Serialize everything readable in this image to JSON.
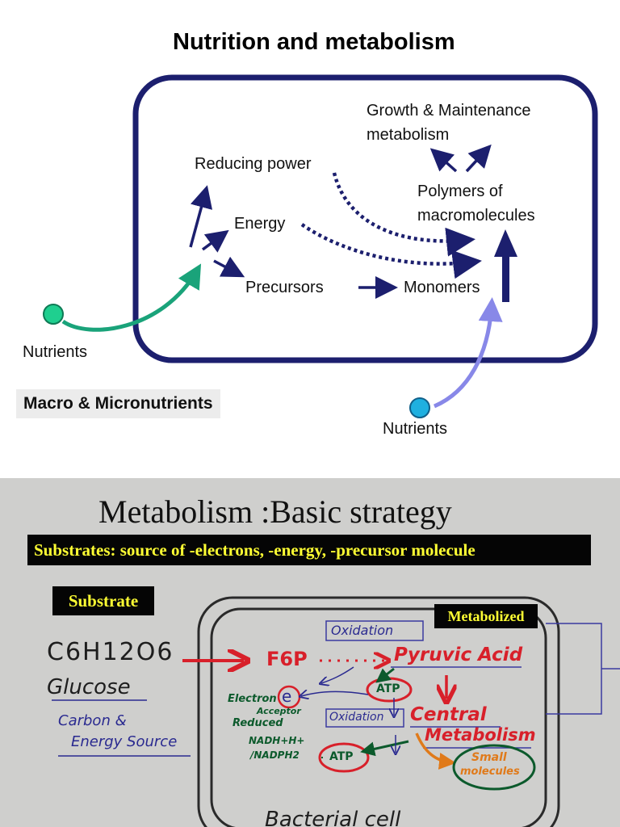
{
  "panel1": {
    "title": "Nutrition and metabolism",
    "growth_line1": "Growth & Maintenance",
    "growth_line2": "metabolism",
    "reducing_power": "Reducing power",
    "energy": "Energy",
    "precursors": "Precursors",
    "monomers": "Monomers",
    "polymers_line1": "Polymers of",
    "polymers_line2": "macromolecules",
    "nutrients_left": "Nutrients",
    "nutrients_right": "Nutrients",
    "macro_label": "Macro & Micronutrients",
    "colors": {
      "cell_border": "#1c1f6e",
      "arrow": "#1c1f6e",
      "left_nutrient": "#1aa37a",
      "right_nutrient": "#8888e8",
      "right_dot": "#1fb0e0"
    }
  },
  "panel2": {
    "title": "Metabolism :Basic strategy",
    "substrates_bar": "Substrates: source of -electrons, -energy, -precursor molecule",
    "substrate_box": "Substrate",
    "metabolized_box": "Metabolized",
    "formula": "C6H12O6",
    "glucose": "Glucose",
    "carbon_line1": "Carbon &",
    "carbon_line2": "Energy Source",
    "oxidation_top": "Oxidation",
    "oxidation_mid": "Oxidation",
    "f6p": "F6P",
    "pyruvic": "Pyruvic Acid",
    "atp_top": "ATP",
    "atp_bottom": "ATP",
    "electron_line1": "Electron",
    "electron_line2": "Acceptor",
    "reduced": "Reduced",
    "e_symbol": "e",
    "nadh": "NADH+H+",
    "nadph": "/NADPH2",
    "central": "Central",
    "metabolism": "Metabolism",
    "small_line1": "Small",
    "small_line2": "molecules",
    "bacterial_cell": "Bacterial cell",
    "colors": {
      "red": "#d8202a",
      "green": "#0c5a2c",
      "blue": "#2a2a90",
      "orange": "#e07a1a",
      "yellow": "#ffff33"
    }
  }
}
